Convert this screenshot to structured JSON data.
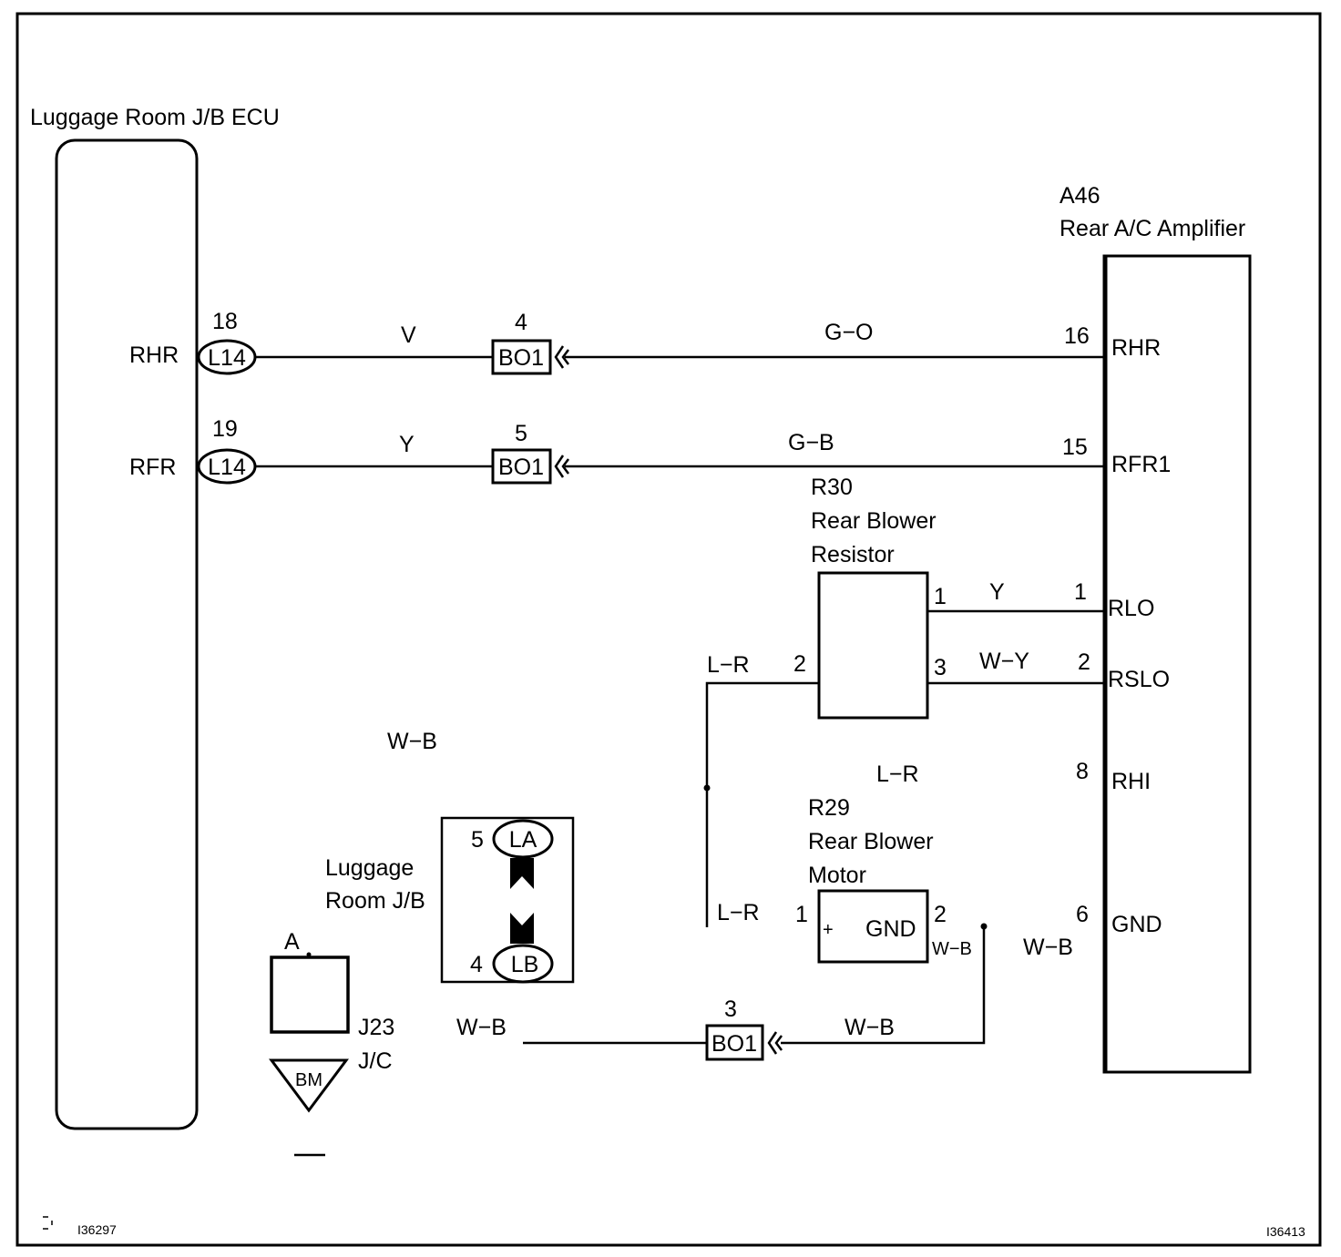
{
  "components": {
    "ecu": {
      "title": "Luggage Room J/B ECU",
      "pins": [
        "RHR",
        "RFR"
      ]
    },
    "amplifier": {
      "code": "A46",
      "title": "Rear A/C Amplifier",
      "pins": [
        "RHR",
        "RFR1",
        "RLO",
        "RSLO",
        "RHI",
        "GND"
      ]
    },
    "resistor": {
      "code": "R30",
      "line1": "Rear Blower",
      "line2": "Resistor"
    },
    "motor": {
      "code": "R29",
      "line1": "Rear Blower",
      "line2": "Motor",
      "plus": "+",
      "gnd": "GND"
    },
    "jb": {
      "line1": "Luggage",
      "line2": "Room J/B"
    },
    "jc": {
      "code": "J23",
      "name": "J/C",
      "terminal": "A"
    },
    "ground": {
      "label": "BM"
    }
  },
  "connectors": {
    "l14": "L14",
    "bo1": "BO1",
    "la": "LA",
    "lb": "LB"
  },
  "pins": {
    "ecu_rhr": "18",
    "ecu_rfr": "19",
    "bo1_rhr": "4",
    "bo1_rfr": "5",
    "bo1_gnd": "3",
    "amp_rhr": "16",
    "amp_rfr1": "15",
    "amp_rlo": "1",
    "amp_rslo": "2",
    "amp_rhi": "8",
    "amp_gnd": "6",
    "res_1": "1",
    "res_3": "3",
    "res_2": "2",
    "mot_1": "1",
    "mot_2": "2",
    "jb_la": "5",
    "jb_lb": "4"
  },
  "wires": {
    "rhr_left": "V",
    "rhr_right": "G−O",
    "rfr_left": "Y",
    "rfr_right": "G−B",
    "rlo": "Y",
    "rslo": "W−Y",
    "res_in": "L−R",
    "rhi": "L−R",
    "mot_in": "L−R",
    "wb_left": "W−B",
    "wb_mid": "W−B",
    "wb_amp": "W−B",
    "wb_mot": "W−B",
    "wb_jb": "W−B"
  },
  "footer": {
    "left_code": "I36297",
    "right_code": "I36413"
  }
}
